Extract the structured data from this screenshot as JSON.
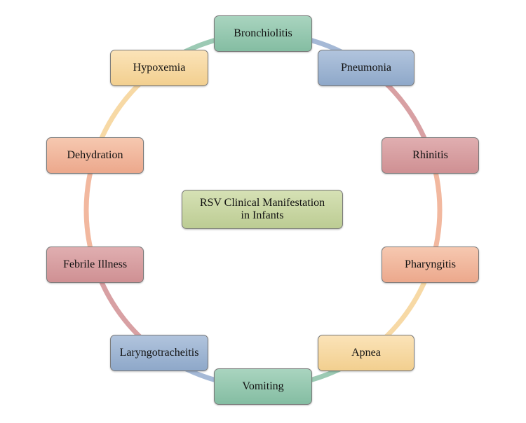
{
  "diagram": {
    "center": "RSV Clinical Manifestation\nin Infants",
    "nodes": [
      {
        "label": "Bronchiolitis",
        "color": "#9ccab4"
      },
      {
        "label": "Pneumonia",
        "color": "#a5b9d6"
      },
      {
        "label": "Rhinitis",
        "color": "#d8a0a3"
      },
      {
        "label": "Pharyngitis",
        "color": "#f2b89f"
      },
      {
        "label": "Apnea",
        "color": "#f7d9a5"
      },
      {
        "label": "Vomiting",
        "color": "#9ccab4"
      },
      {
        "label": "Laryngotracheitis",
        "color": "#a5b9d6"
      },
      {
        "label": "Febrile Illness",
        "color": "#d8a0a3"
      },
      {
        "label": "Dehydration",
        "color": "#f2b89f"
      },
      {
        "label": "Hypoxemia",
        "color": "#f7d9a5"
      }
    ]
  }
}
